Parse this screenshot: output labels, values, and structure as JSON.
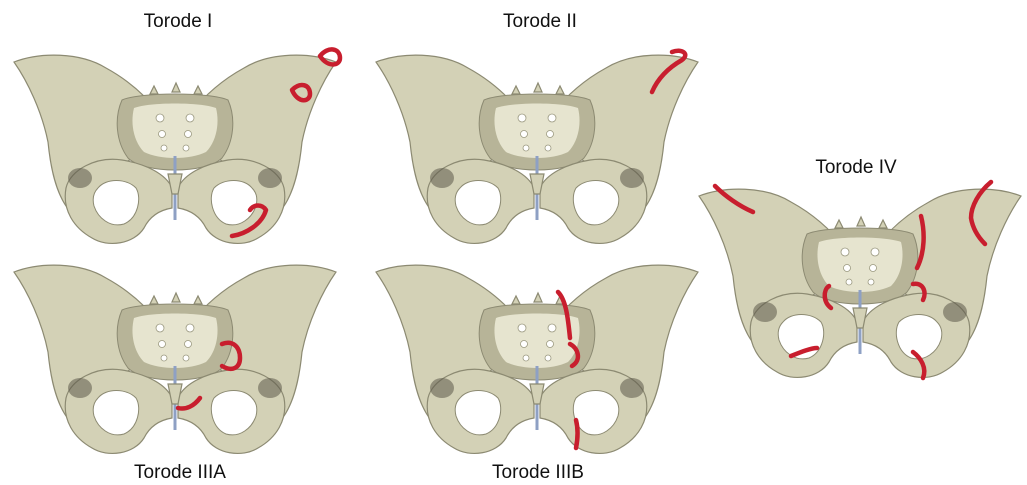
{
  "panels": [
    {
      "id": "torode-1",
      "label": "Torode I",
      "fracture_sites": [
        "right iliac crest tip",
        "right iliac wing",
        "right ischium"
      ]
    },
    {
      "id": "torode-2",
      "label": "Torode II",
      "fracture_sites": [
        "right iliac wing"
      ]
    },
    {
      "id": "torode-3a",
      "label": "Torode IIIA",
      "fracture_sites": [
        "right acetabulum",
        "right pubic ramus"
      ]
    },
    {
      "id": "torode-3b",
      "label": "Torode IIIB",
      "fracture_sites": [
        "right sacroiliac region",
        "right acetabulum",
        "right ischium"
      ]
    },
    {
      "id": "torode-4",
      "label": "Torode IV",
      "fracture_sites": [
        "left iliac wing",
        "right iliac wing",
        "right sacroiliac region",
        "bilateral acetabulum",
        "bilateral pubic rami"
      ]
    }
  ],
  "colors": {
    "bone": "#d3d1b6",
    "fracture": "#c81e2e",
    "symphysis": "#8ea0c4",
    "background": "#ffffff"
  }
}
